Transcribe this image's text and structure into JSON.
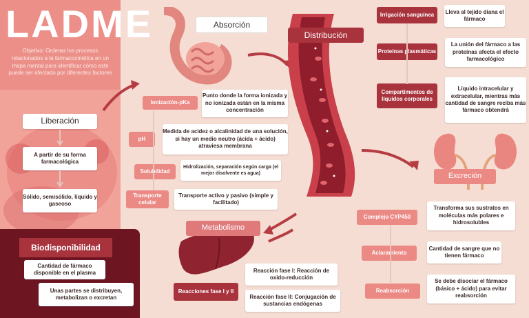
{
  "title": "LADME",
  "objective": "Objetivo: Ordenar los procesos relacionados a la farmacocinética en un mapa mental para identificar cómo este puede ser afectado por diferentes factores",
  "liberacion": {
    "label": "Liberación",
    "items": [
      "A partir de su forma farmacológica",
      "Sólido, semisólido, líquido y gaseoso"
    ]
  },
  "biodisponibilidad": {
    "label": "Biodisponibilidad",
    "items": [
      "Cantidad de fármaco disponible en el plasma",
      "Unas partes se distribuyen, metabolizan o excretan"
    ]
  },
  "absorcion": {
    "label": "Absorción",
    "rows": [
      {
        "key": "Ionización-pKa",
        "value": "Punto donde la forma ionizada y no ionizada están en la misma concentración"
      },
      {
        "key": "pH",
        "value": "Medida de acidez o alcalinidad de una solución, si hay un medio neutro (ácida + ácido) atraviesa membrana"
      },
      {
        "key": "Solubilidad",
        "value": "Hidrolización, separación según carga (el mejor disolvente es agua)"
      },
      {
        "key": "Transporte celular",
        "value": "Transporte activo y pasivo (simple y facilitado)"
      }
    ]
  },
  "metabolismo": {
    "label": "Metabolismo",
    "key": "Reacciones fase I y II",
    "values": [
      "Reacción fase I: Reacción de oxido-reducción",
      "Reacción fase II: Conjugación de sustancias endógenas"
    ]
  },
  "distribucion": {
    "label": "Distribución",
    "rows": [
      {
        "key": "Irrigación sanguínea",
        "value": "Lleva al tejido diana el fármaco"
      },
      {
        "key": "Proteínas plasmáticas",
        "value": "La unión del fármaco a las proteínas afecta el efecto farmacológico"
      },
      {
        "key": "Compartimentos de líquidos corporales",
        "value": "Líquido intracelular y extracelular, mientras más cantidad de sangre reciba más fármaco obtendrá"
      }
    ]
  },
  "excrecion": {
    "label": "Excreción",
    "rows": [
      {
        "key": "Complejo CYP450",
        "value": "Transforma sus sustratos en moléculas más polares e hidrosolubles"
      },
      {
        "key": "Aclaramiento",
        "value": "Cantidad de sangre que no tienen fármaco"
      },
      {
        "key": "Reabsorción",
        "value": "Se debe disociar el fármaco (básico + ácido) para evitar reabsorción"
      }
    ]
  },
  "colors": {
    "background": "#f6ddd3",
    "coral": "#eb8984",
    "dark_red": "#a8333d",
    "wine": "#6e1522"
  }
}
